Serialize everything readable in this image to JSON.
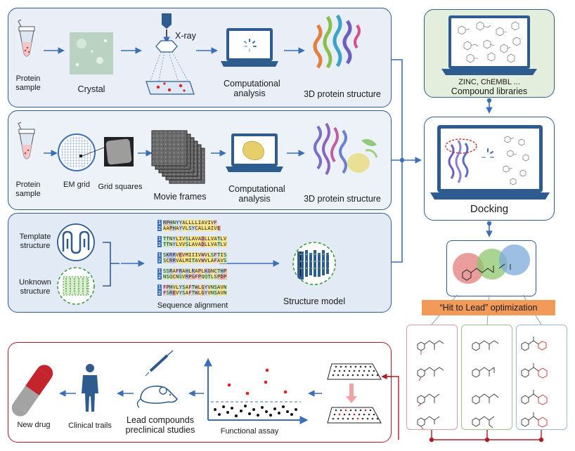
{
  "xray": {
    "protein_sample": "Protein sample",
    "crystal": "Crystal",
    "xray_label": "X-ray",
    "computational": "Computational analysis",
    "structure": "3D protein structure"
  },
  "cryoem": {
    "protein_sample": "Protein sample",
    "em_grid": "EM grid",
    "grid_squares": "Grid squares",
    "movie_frames": "Movie frames",
    "computational": "Computational analysis",
    "structure": "3D protein structure"
  },
  "homology": {
    "template": "Template structure",
    "unknown": "Unknown structure",
    "alignment": "Sequence alignment",
    "model": "Structure model",
    "sequences": [
      [
        "RPHNYYALLLLIAVIVF",
        "AAPHAYVLSYCALLAIVE"
      ],
      [
        "TTNYLIVSLAVADLLVATLV",
        "TTNYLVVSLAVADLLVATLV"
      ],
      [
        "SKRRVEVMIIIVWVLSFTIS",
        "SCRRVALMITAVWVLAFAVS"
      ],
      [
        "SSRAFRAHLRAPLKGNCTHP",
        "NSQCNSVRPGFPQQTLSPDP"
      ],
      [
        "FPHVLYSAFTWLGYVNSAVN",
        "FSREVYSAFTWLGYVNSAVN"
      ]
    ]
  },
  "libraries": {
    "sources": "ZINC, ChEMBL ...",
    "title": "Compound libraries"
  },
  "docking": {
    "title": "Docking"
  },
  "optimization": {
    "banner": "“Hit to Lead” optimization"
  },
  "bottom": {
    "functional": "Functional assay",
    "lead": "Lead compounds preclinical studies",
    "lead_l1": "Lead compounds",
    "lead_l2": "preclinical studies",
    "clinical": "Clinical trails",
    "drug": "New drug"
  },
  "colors": {
    "panel_border": "#2f5c8f",
    "panel_fill": "#e8eef7",
    "green_fill": "#e3eedd",
    "arrow": "#3a6fb5",
    "red": "#b11a24",
    "banner": "#f29a5a"
  }
}
